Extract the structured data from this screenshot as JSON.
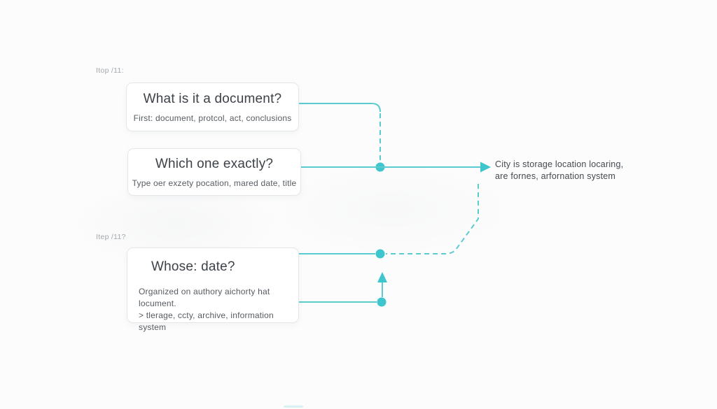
{
  "colors": {
    "accent_line": "#5bcbd2",
    "accent_dot": "#3fc5cd",
    "box_border": "#e4e7ea",
    "title_text": "#3d4248",
    "body_text": "#565c62",
    "label_text": "#a2a8ad",
    "note_text": "#45494f",
    "canvas_bg": "#fcfcfc"
  },
  "labels": {
    "step1": "Itop /11:",
    "step2": "Itep /11?"
  },
  "nodes": {
    "node1": {
      "title": "What is it a document?",
      "subtitle": "First: document, protcol, act, conclusions"
    },
    "node2": {
      "title": "Which one exactly?",
      "subtitle": "Type oer exzety pocation, mared date, title"
    },
    "node3": {
      "title": "Whose: date?",
      "body_line1": "Organized on authory aichorty hat locument.",
      "body_line2": "> tlerage, ccty, archive, information system"
    }
  },
  "annotation": {
    "line1": "City is storage location locaring,",
    "line2": "are fornes, arfornation system"
  }
}
